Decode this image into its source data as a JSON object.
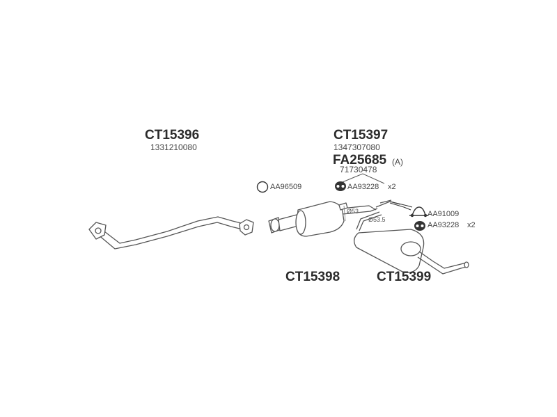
{
  "assemblies": [
    {
      "code": "CT15396",
      "oem": "1331210080"
    },
    {
      "code": "CT15397",
      "oem": "1347307080",
      "kit_code": "FA25685",
      "kit_suffix": "(A)",
      "kit_oem": "71730478"
    },
    {
      "code": "CT15398"
    },
    {
      "code": "CT15399"
    }
  ],
  "fittings": [
    {
      "icon": "ring-gasket-icon",
      "part": "AA96509"
    },
    {
      "icon": "rubber-hanger-icon",
      "part": "AA93228",
      "qty": "x2"
    },
    {
      "icon": "clamp-icon",
      "part": "AA91009"
    },
    {
      "icon": "rubber-hanger-icon",
      "part": "AA93228",
      "qty": "x2"
    }
  ],
  "dimensions": [
    "Ø53",
    "Ø53.5"
  ]
}
